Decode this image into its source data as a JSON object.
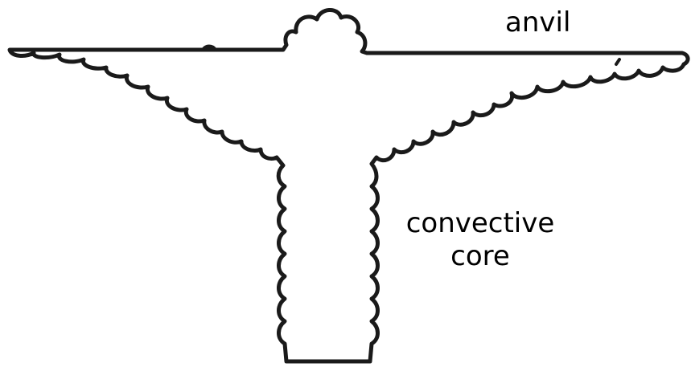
{
  "diagram": {
    "subject": "cumulonimbus cloud",
    "stroke_color": "#1a1a1a",
    "fill_color": "#ffffff",
    "labels": {
      "anvil": "anvil",
      "core_line1": "convective",
      "core_line2": "core"
    }
  }
}
